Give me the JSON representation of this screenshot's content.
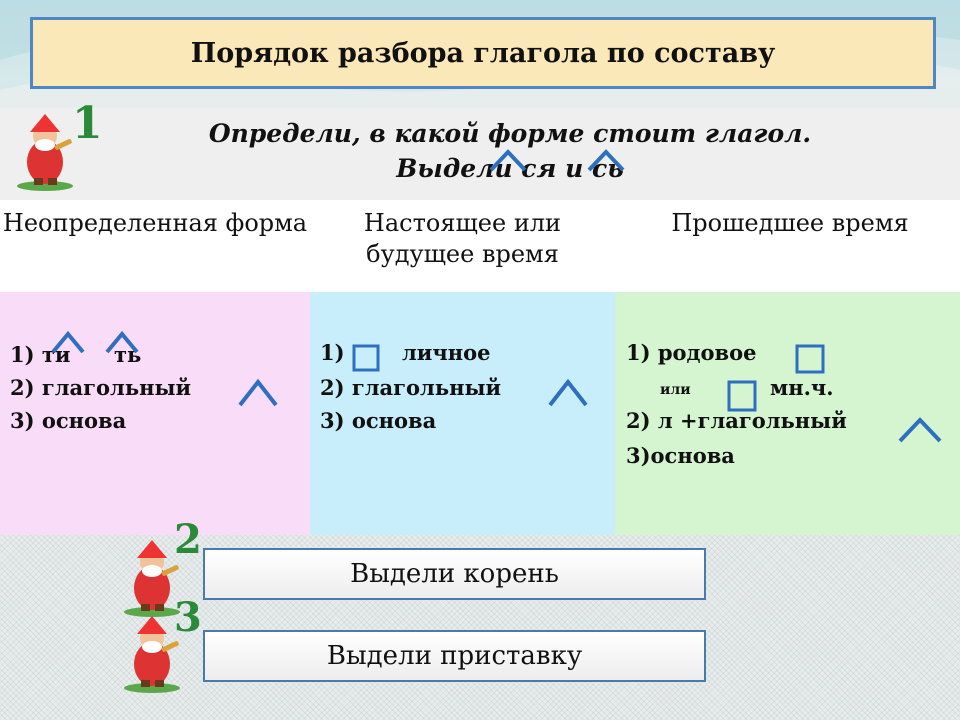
{
  "title": "Порядок разбора глагола по составу",
  "step1": {
    "number": "1",
    "line1": "Определи,  в  какой форме стоит  глагол.",
    "line2_prefix": "Выдели ",
    "line2_sya": "ся",
    "line2_and": " и ",
    "line2_s": "сь"
  },
  "columns": [
    {
      "header": "Неопределенная форма"
    },
    {
      "header": "Настоящее или будущее время"
    },
    {
      "header": "Прошедшее время"
    }
  ],
  "infinitive": {
    "item1_a": "1) ти",
    "item1_b": "ть",
    "item2": "2) глагольный",
    "item3": "3) основа"
  },
  "present": {
    "item1_a": "1)",
    "item1_b": "личное",
    "item2": "2) глагольный",
    "item3": "3) основа"
  },
  "past": {
    "item1": "1) родовое",
    "or_word": "или",
    "plural": "мн.ч.",
    "item2": "2) л +глагольный",
    "item3": "3)основа"
  },
  "step2": {
    "number": "2",
    "button": "Выдели корень"
  },
  "step3": {
    "number": "3",
    "button": "Выдели приставку"
  },
  "colors": {
    "title_bg": "#fbe8b8",
    "border_blue": "#4f86c6",
    "number_green": "#2a8a3a",
    "col_pink": "#f8dcf8",
    "col_blue": "#c8eefb",
    "col_green": "#d4f5d0"
  }
}
